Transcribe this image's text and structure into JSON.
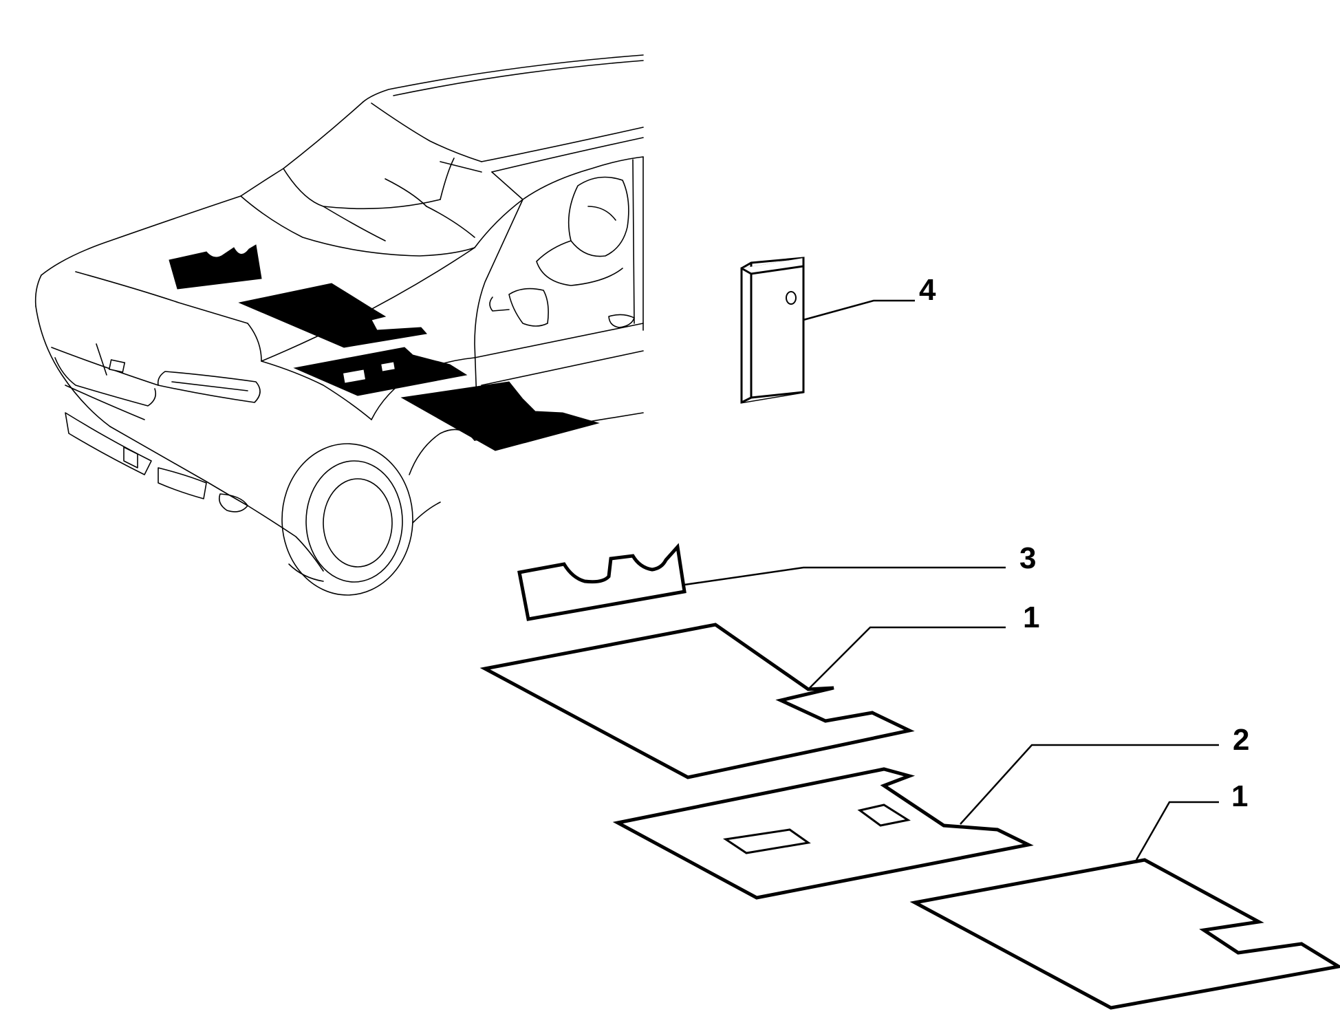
{
  "diagram": {
    "callouts": [
      {
        "id": "4",
        "label": "4"
      },
      {
        "id": "3",
        "label": "3"
      },
      {
        "id": "1a",
        "label": "1"
      },
      {
        "id": "2",
        "label": "2"
      },
      {
        "id": "1b",
        "label": "1"
      }
    ]
  }
}
